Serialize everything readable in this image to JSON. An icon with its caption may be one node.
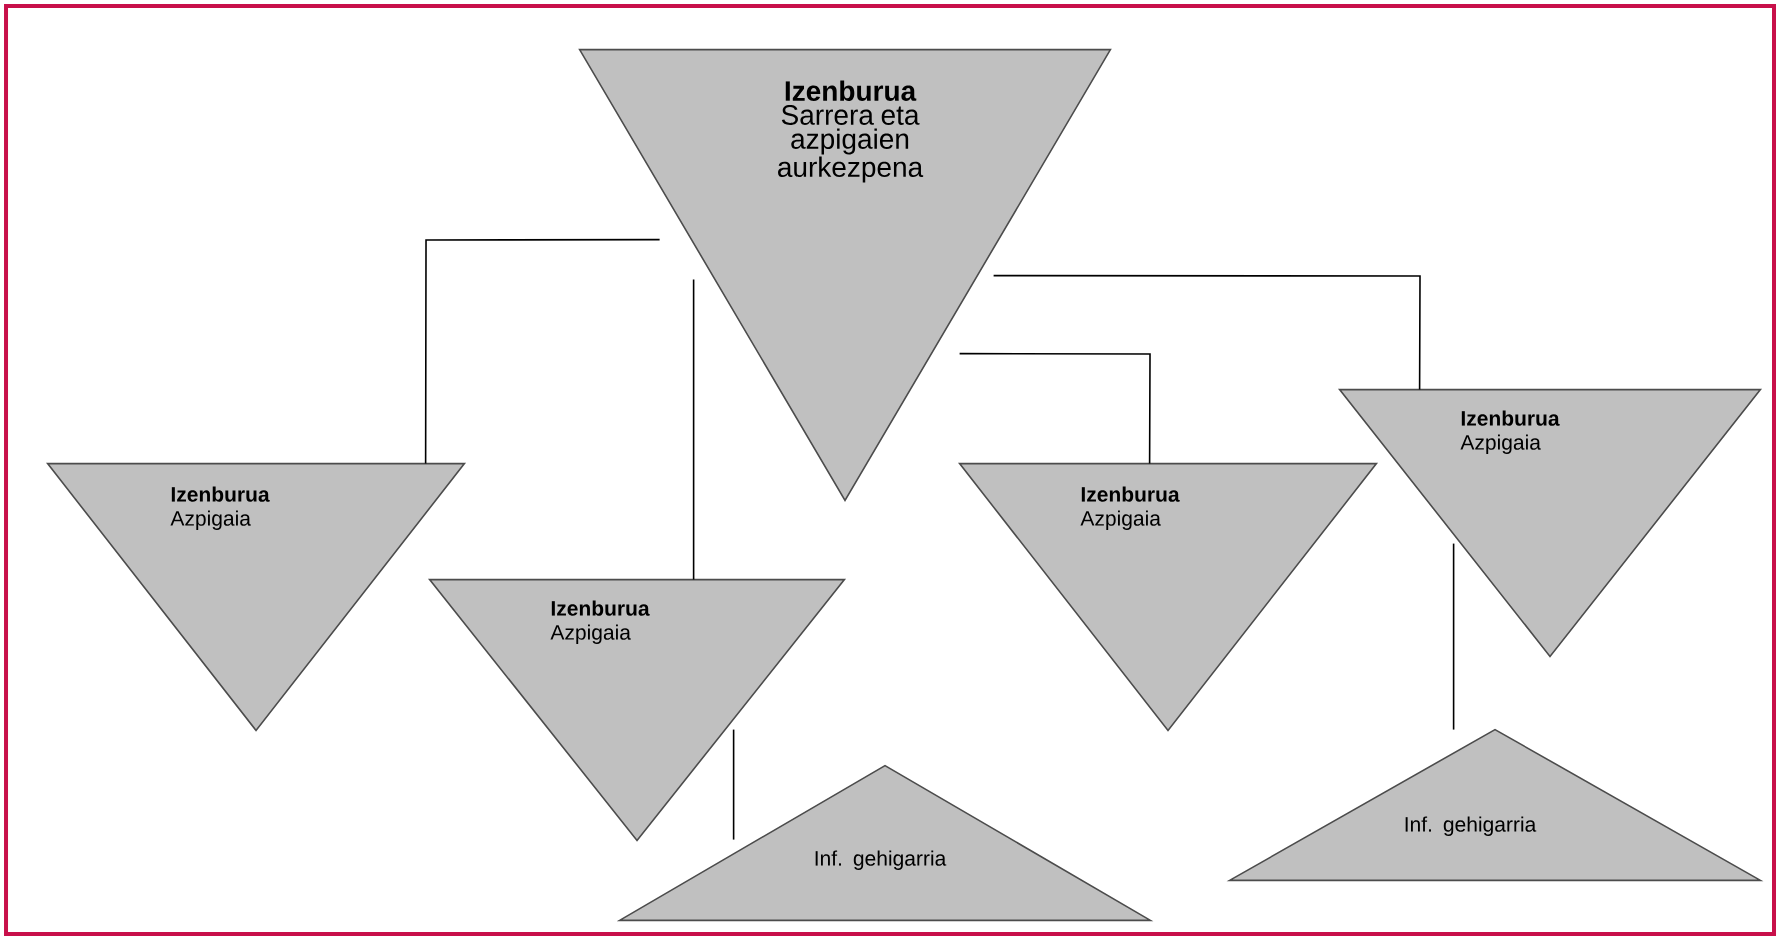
{
  "diagram": {
    "nodes": [
      {
        "text": [
          "Izenburua",
          "Sarrera eta azpigaien aurkezpena"
        ]
      },
      {
        "text": [
          "Izenburua",
          "Azpigaia"
        ]
      },
      {
        "text": [
          "Izenburua",
          "Azpigaia"
        ]
      },
      {
        "text": [
          "Izenburua",
          "Azpigaia"
        ]
      },
      {
        "text": [
          "Izenburua",
          "Azpigaia"
        ]
      },
      {
        "text": [
          "Inf. gehigarria"
        ]
      },
      {
        "text": [
          "Inf. gehigarria"
        ]
      }
    ],
    "edges": [
      {
        "from": 0,
        "to": 1,
        "arrow": "none"
      },
      {
        "from": 0,
        "to": 2,
        "arrow": "none"
      },
      {
        "from": 0,
        "to": 3,
        "arrow": "none"
      },
      {
        "from": 0,
        "to": 4,
        "arrow": "none"
      },
      {
        "from": 2,
        "to": 5,
        "arrow": "none"
      },
      {
        "from": 4,
        "to": 6,
        "arrow": "none"
      }
    ]
  }
}
